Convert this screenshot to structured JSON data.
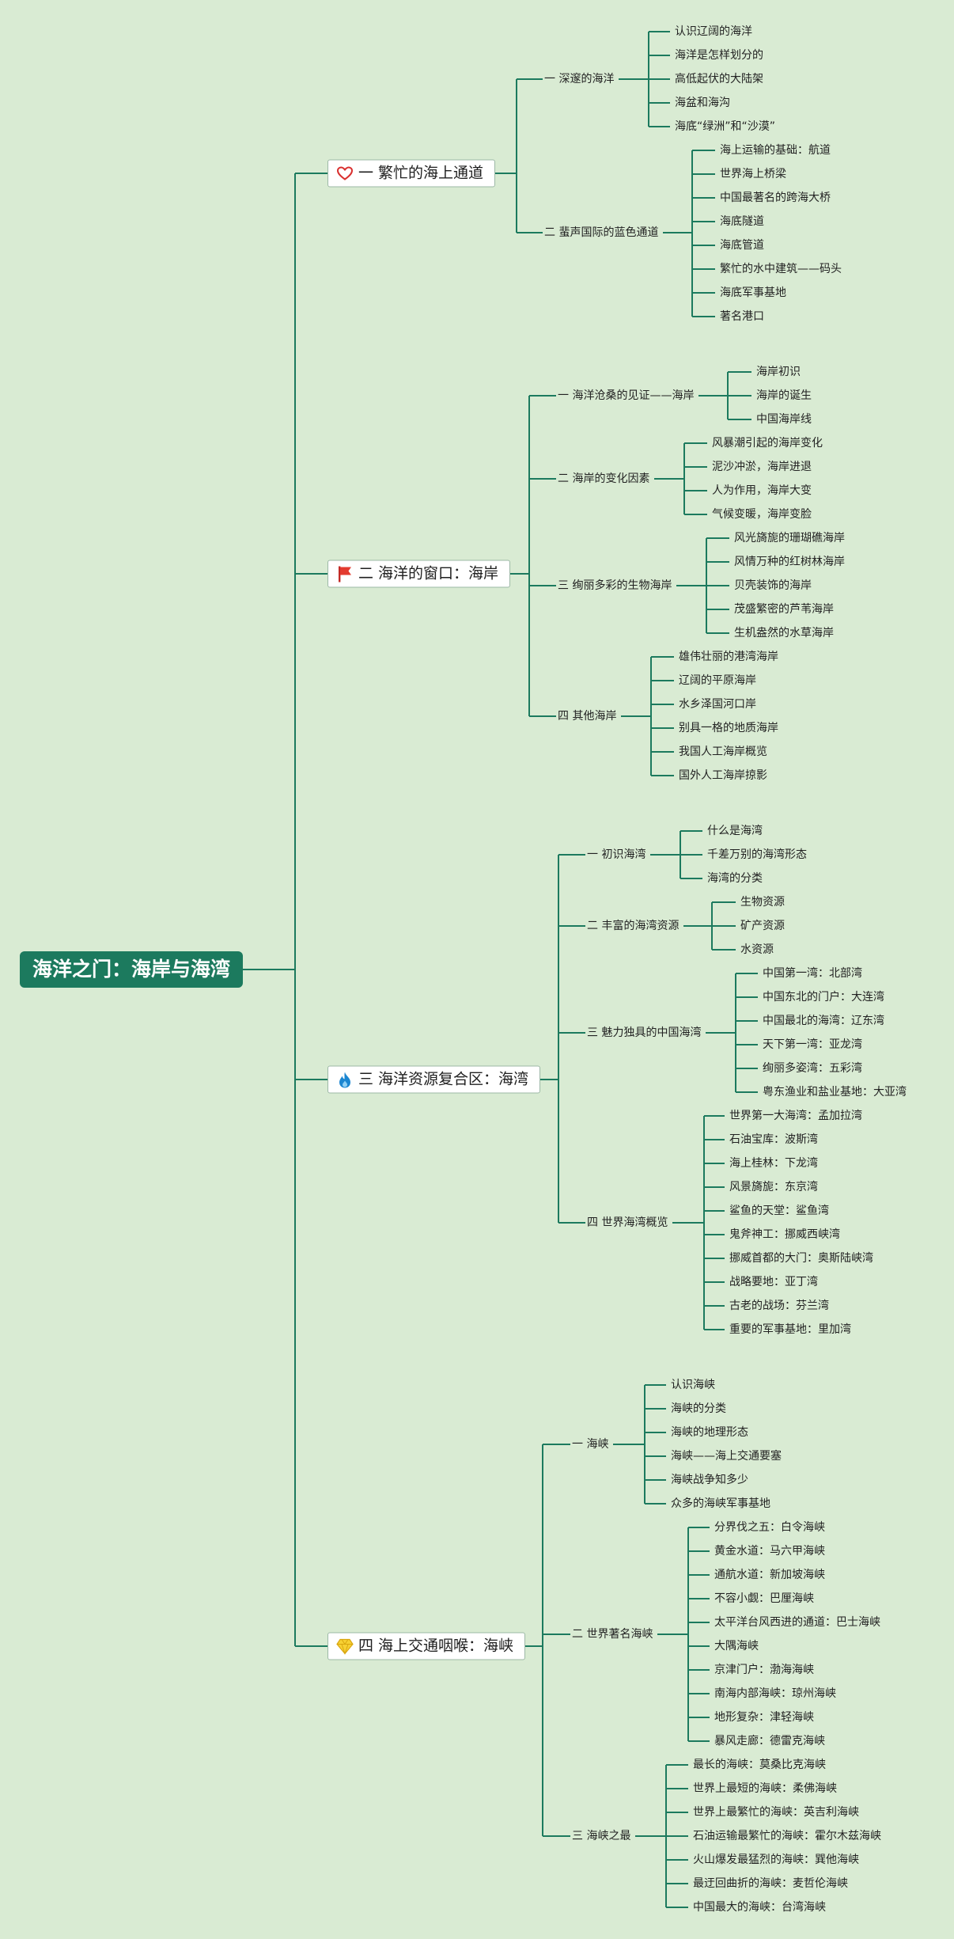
{
  "root": "海洋之门：海岸与海湾",
  "colors": {
    "background": "#d9ebd3",
    "line": "#1c7a5e",
    "root": "#1c7a5e"
  },
  "branches": [
    {
      "label": "一 繁忙的海上通道",
      "icon": "heart-icon",
      "children": [
        {
          "label": "一 深邃的海洋",
          "children": [
            "认识辽阔的海洋",
            "海洋是怎样划分的",
            "高低起伏的大陆架",
            "海盆和海沟",
            "海底“绿洲”和“沙漠”"
          ]
        },
        {
          "label": "二 蜚声国际的蓝色通道",
          "children": [
            "海上运输的基础：航道",
            "世界海上桥梁",
            "中国最著名的跨海大桥",
            "海底隧道",
            "海底管道",
            "繁忙的水中建筑——码头",
            "海底军事基地",
            "著名港口"
          ]
        }
      ]
    },
    {
      "label": "二 海洋的窗口：海岸",
      "icon": "flag-icon",
      "children": [
        {
          "label": "一 海洋沧桑的见证——海岸",
          "children": [
            "海岸初识",
            "海岸的诞生",
            "中国海岸线"
          ]
        },
        {
          "label": "二 海岸的变化因素",
          "children": [
            "风暴潮引起的海岸变化",
            "泥沙冲淤，海岸进退",
            "人为作用，海岸大变",
            "气候变暖，海岸变脸"
          ]
        },
        {
          "label": "三 绚丽多彩的生物海岸",
          "children": [
            "风光旖旎的珊瑚礁海岸",
            "风情万种的红树林海岸",
            "贝壳装饰的海岸",
            "茂盛繁密的芦苇海岸",
            "生机盎然的水草海岸"
          ]
        },
        {
          "label": "四 其他海岸",
          "children": [
            "雄伟壮丽的港湾海岸",
            "辽阔的平原海岸",
            "水乡泽国河口岸",
            "别具一格的地质海岸",
            "我国人工海岸概览",
            "国外人工海岸掠影"
          ]
        }
      ]
    },
    {
      "label": "三 海洋资源复合区：海湾",
      "icon": "fire-icon",
      "children": [
        {
          "label": "一 初识海湾",
          "children": [
            "什么是海湾",
            "千差万别的海湾形态",
            "海湾的分类"
          ]
        },
        {
          "label": "二 丰富的海湾资源",
          "children": [
            "生物资源",
            "矿产资源",
            "水资源"
          ]
        },
        {
          "label": "三 魅力独具的中国海湾",
          "children": [
            "中国第一湾：北部湾",
            "中国东北的门户：大连湾",
            "中国最北的海湾：辽东湾",
            "天下第一湾：亚龙湾",
            "绚丽多姿湾：五彩湾",
            "粤东渔业和盐业基地：大亚湾"
          ]
        },
        {
          "label": "四 世界海湾概览",
          "children": [
            "世界第一大海湾：孟加拉湾",
            "石油宝库：波斯湾",
            "海上桂林：下龙湾",
            "风景旖旎：东京湾",
            "鲨鱼的天堂：鲨鱼湾",
            "鬼斧神工：挪威西峡湾",
            "挪威首都的大门：奥斯陆峡湾",
            "战略要地：亚丁湾",
            "古老的战场：芬兰湾",
            "重要的军事基地：里加湾"
          ]
        }
      ]
    },
    {
      "label": "四 海上交通咽喉：海峡",
      "icon": "diamond-icon",
      "children": [
        {
          "label": "一 海峡",
          "children": [
            "认识海峡",
            "海峡的分类",
            "海峡的地理形态",
            "海峡——海上交通要塞",
            "海峡战争知多少",
            "众多的海峡军事基地"
          ]
        },
        {
          "label": "二 世界著名海峡",
          "children": [
            "分界伐之五：白令海峡",
            "黄金水道：马六甲海峡",
            "通航水道：新加坡海峡",
            "不容小觑：巴厘海峡",
            "太平洋台风西进的通道：巴士海峡",
            "大隅海峡",
            "京津门户：渤海海峡",
            "南海内部海峡：琼州海峡",
            "地形复杂：津轻海峡",
            "暴风走廊：德雷克海峡"
          ]
        },
        {
          "label": "三 海峡之最",
          "children": [
            "最长的海峡：莫桑比克海峡",
            "世界上最短的海峡：柔佛海峡",
            "世界上最繁忙的海峡：英吉利海峡",
            "石油运输最繁忙的海峡：霍尔木兹海峡",
            "火山爆发最猛烈的海峡：巽他海峡",
            "最迂回曲折的海峡：麦哲伦海峡",
            "中国最大的海峡：台湾海峡"
          ]
        }
      ]
    }
  ]
}
